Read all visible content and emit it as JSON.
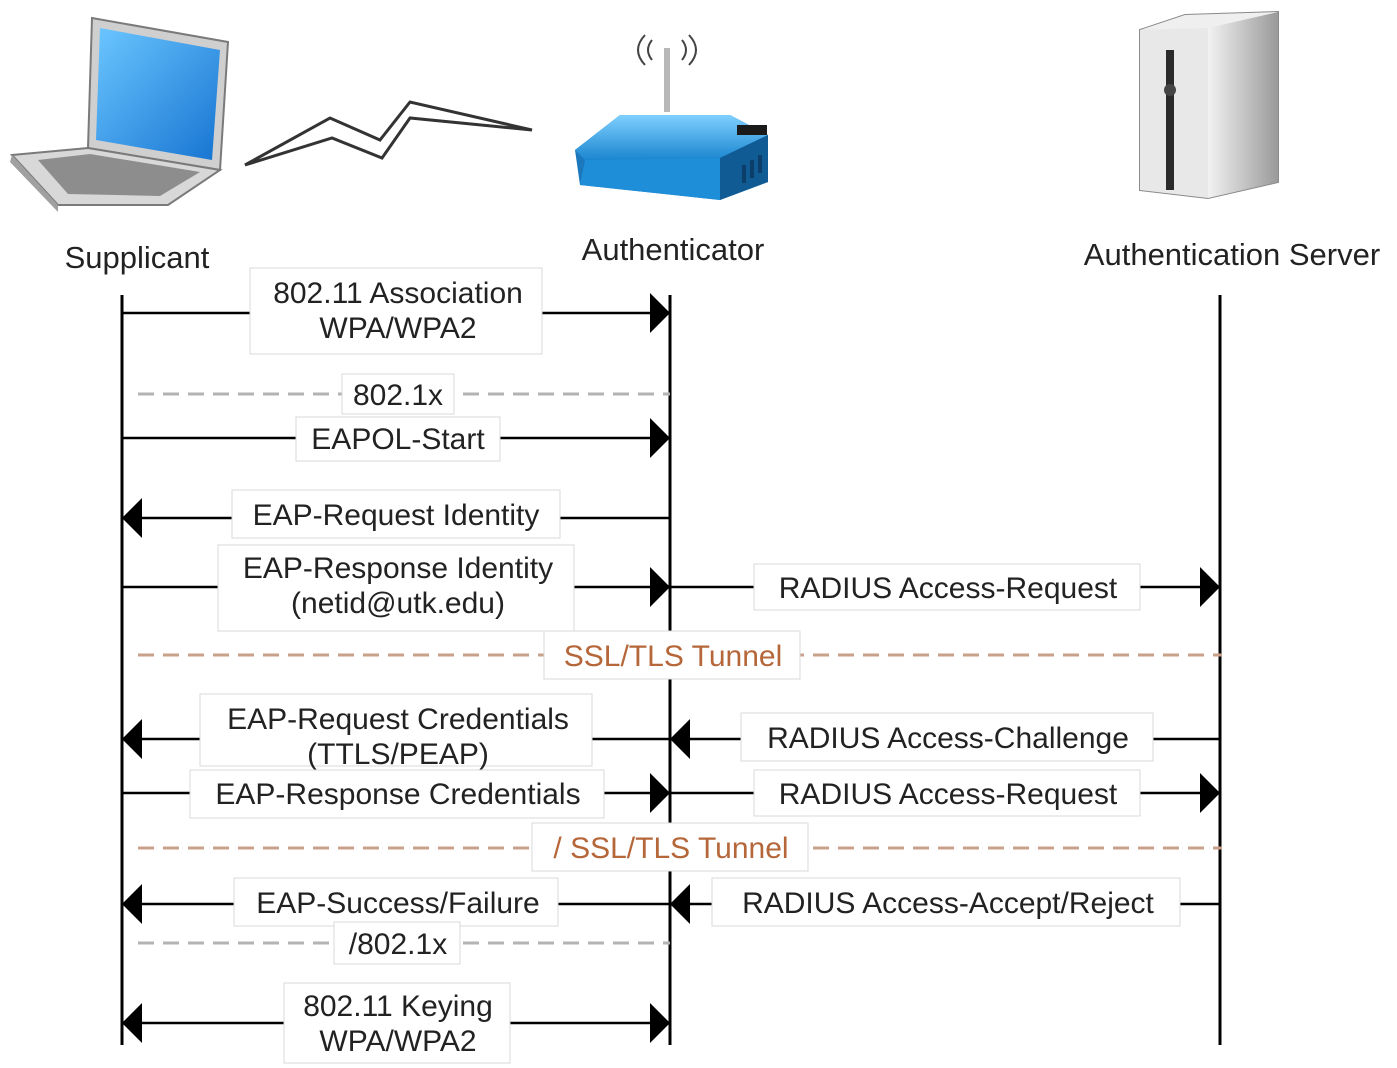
{
  "actors": {
    "supplicant": {
      "label": "Supplicant",
      "icon": "laptop-icon"
    },
    "authenticator": {
      "label": "Authenticator",
      "icon": "wireless-router-icon"
    },
    "server": {
      "label": "Authentication Server",
      "icon": "server-tower-icon"
    }
  },
  "messages": {
    "m1": {
      "line1": "802.11 Association",
      "line2": "WPA/WPA2",
      "from": "supplicant",
      "to": "authenticator"
    },
    "m2": {
      "line1": "802.1x",
      "style": "dashed"
    },
    "m3": {
      "line1": "EAPOL-Start",
      "from": "supplicant",
      "to": "authenticator"
    },
    "m4": {
      "line1": "EAP-Request Identity",
      "from": "authenticator",
      "to": "supplicant"
    },
    "m5": {
      "line1": "EAP-Response Identity",
      "line2": "(netid@utk.edu)",
      "from": "supplicant",
      "to": "authenticator"
    },
    "m6": {
      "line1": "RADIUS Access-Request",
      "from": "authenticator",
      "to": "server"
    },
    "m7": {
      "line1": "SSL/TLS Tunnel",
      "style": "dashed"
    },
    "m8": {
      "line1": "EAP-Request Credentials",
      "line2": "(TTLS/PEAP)",
      "from": "authenticator",
      "to": "supplicant"
    },
    "m9": {
      "line1": "RADIUS Access-Challenge",
      "from": "server",
      "to": "authenticator"
    },
    "m10": {
      "line1": "EAP-Response Credentials",
      "from": "supplicant",
      "to": "authenticator"
    },
    "m11": {
      "line1": "RADIUS Access-Request",
      "from": "authenticator",
      "to": "server"
    },
    "m12": {
      "line1": "/ SSL/TLS Tunnel",
      "style": "dashed"
    },
    "m13": {
      "line1": "EAP-Success/Failure",
      "from": "authenticator",
      "to": "supplicant"
    },
    "m14": {
      "line1": "RADIUS Access-Accept/Reject",
      "from": "server",
      "to": "authenticator"
    },
    "m15": {
      "line1": "/802.1x",
      "style": "dashed"
    },
    "m16": {
      "line1": "802.11 Keying",
      "line2": "WPA/WPA2",
      "from": "supplicant",
      "to": "authenticator",
      "bidirectional": true
    }
  },
  "colors": {
    "line": "#000000",
    "dash_gray": "#b3b3b3",
    "dash_tunnel": "#c9a08a",
    "tunnel_text": "#b5673a",
    "router": "#2a9de0",
    "screen": "#1e8fe8"
  }
}
